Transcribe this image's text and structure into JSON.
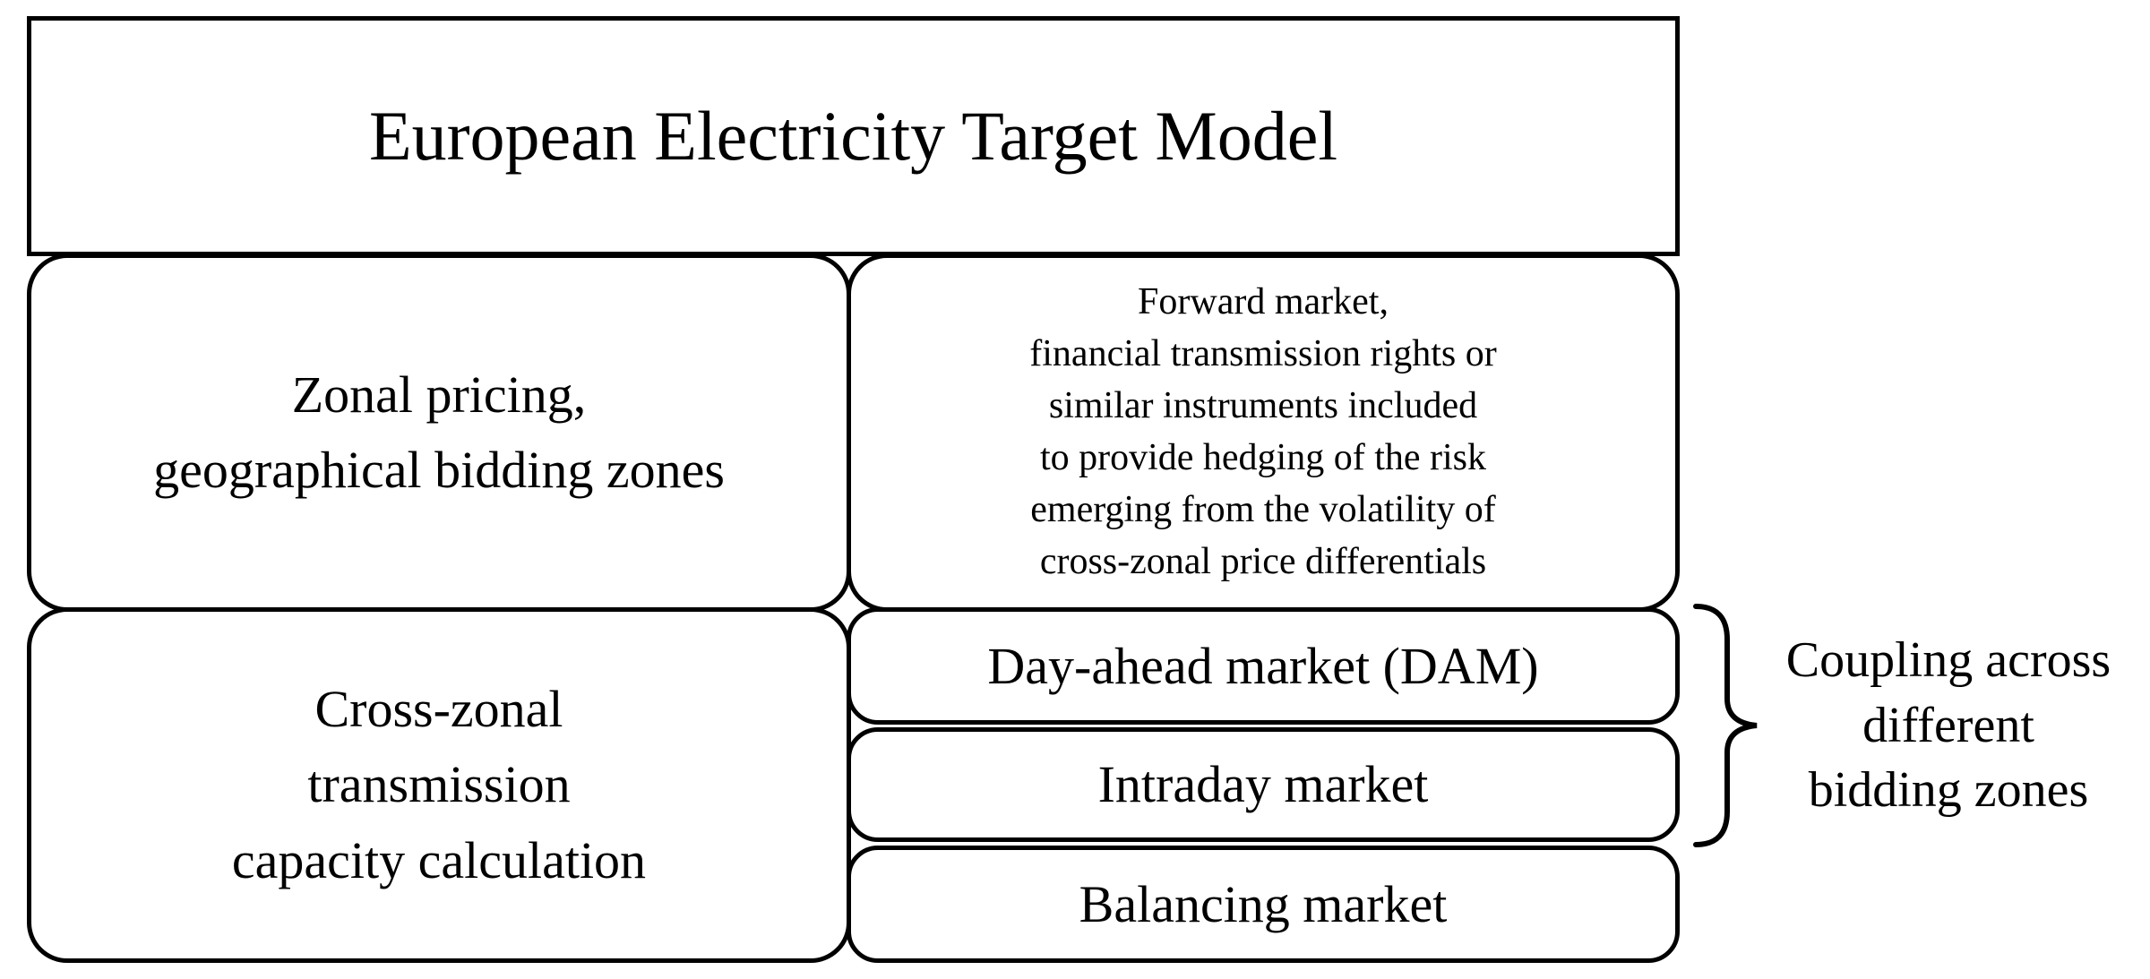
{
  "title": "European Electricity Target Model",
  "boxes": {
    "zonal": {
      "lines": [
        "Zonal pricing,",
        "geographical bidding zones"
      ]
    },
    "forward": {
      "lines": [
        "Forward market,",
        "financial transmission rights or",
        "similar instruments included",
        "to provide hedging of the risk",
        "emerging from the volatility of",
        "cross-zonal price differentials"
      ]
    },
    "cross_zonal": {
      "lines": [
        "Cross-zonal",
        "transmission",
        "capacity calculation"
      ]
    },
    "day_ahead": {
      "label": "Day-ahead market (DAM)"
    },
    "intraday": {
      "label": "Intraday market"
    },
    "balancing": {
      "label": "Balancing market"
    }
  },
  "annotation": {
    "lines": [
      "Coupling across",
      "different",
      "bidding zones"
    ]
  },
  "colors": {
    "line": "#000000",
    "background": "#ffffff",
    "text": "#000000"
  }
}
